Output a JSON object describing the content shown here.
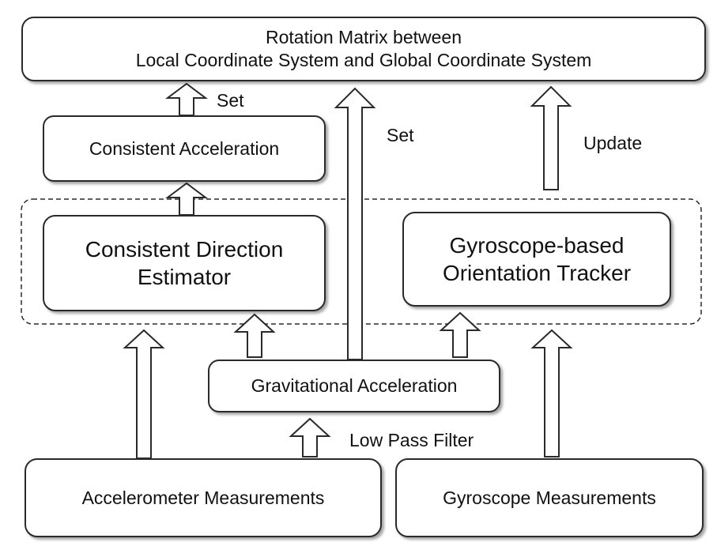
{
  "boxes": {
    "rotation_matrix": {
      "line1": "Rotation Matrix between",
      "line2": "Local Coordinate System and Global Coordinate System"
    },
    "consistent_acceleration": "Consistent Acceleration",
    "consistent_direction_estimator": {
      "line1": "Consistent Direction",
      "line2": "Estimator"
    },
    "gyroscope_orientation_tracker": {
      "line1": "Gyroscope-based",
      "line2": "Orientation Tracker"
    },
    "gravitational_acceleration": "Gravitational Acceleration",
    "accelerometer_measurements": "Accelerometer Measurements",
    "gyroscope_measurements": "Gyroscope Measurements"
  },
  "arrow_labels": {
    "set_left": "Set",
    "set_center": "Set",
    "update": "Update",
    "low_pass_filter": "Low Pass Filter"
  }
}
